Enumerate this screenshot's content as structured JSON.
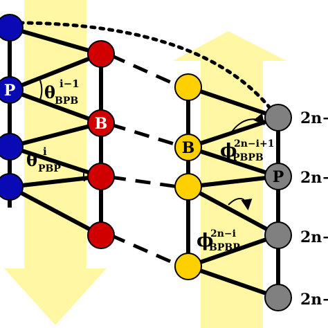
{
  "colors": {
    "arrow_fill": "#fff7a3",
    "bond": "#000000",
    "strand_left_blue": "#0a0ab4",
    "strand_left_red": "#d10000",
    "strand_right_yellow": "#ffd000",
    "strand_right_gray": "#808080",
    "base_text_light": "#ffffff",
    "base_text_dark": "#000000"
  },
  "labels": {
    "left_P": "P",
    "left_B": "B",
    "right_B": "B",
    "right_P": "P",
    "theta_symbol": "θ",
    "theta_top_sub": "BPB",
    "theta_top_sup": "i−1",
    "theta_bottom_sub": "PBP",
    "theta_bottom_sup": "i",
    "phi_symbol": "ϕ",
    "phi_top_sub": "PBPB",
    "phi_top_sup": "2n−i+1",
    "phi_bottom_sub": "BPBP",
    "phi_bottom_sup": "2n−i",
    "index_1": "2n−",
    "index_2": "2n−",
    "index_3": "2n−",
    "index_4": "2n−"
  },
  "arrows": {
    "left_direction": "down",
    "right_direction": "up"
  }
}
